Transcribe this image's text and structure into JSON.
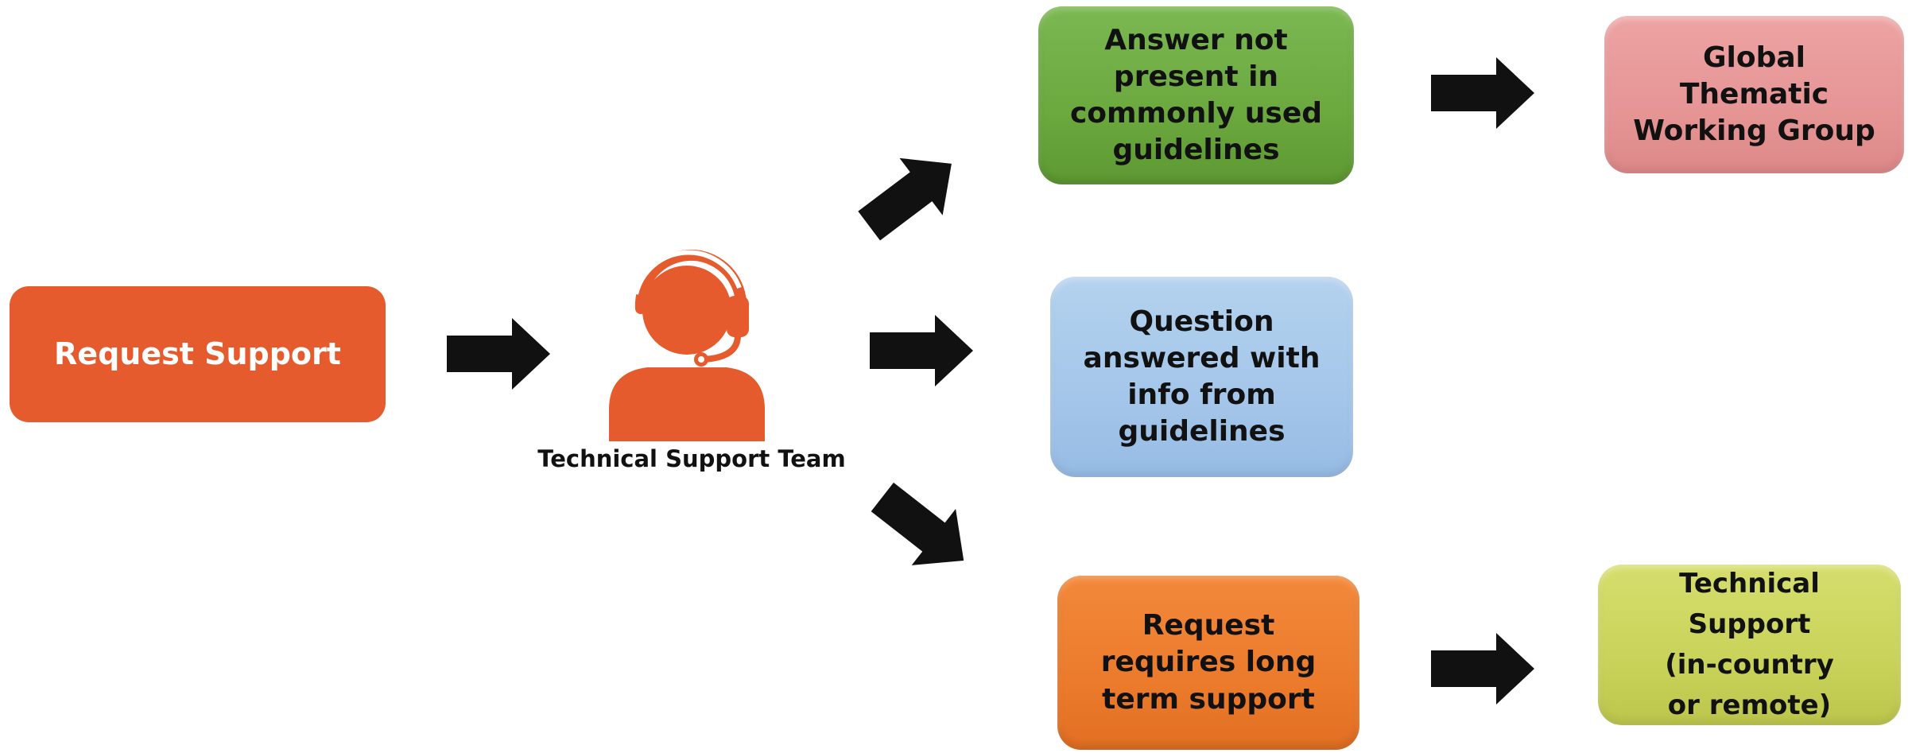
{
  "nodes": {
    "request_support": {
      "label": "Request Support",
      "color": "#E55B2E"
    },
    "technical_support_team": {
      "label": "Technical Support Team",
      "icon": "customer-support-agent-icon",
      "color": "#E55B2E"
    },
    "answer_not_present": {
      "lines": [
        "Answer not",
        "present in",
        "commonly used",
        "guidelines"
      ],
      "color": "#6BA83E"
    },
    "question_answered": {
      "lines": [
        "Question",
        "answered with",
        "info from",
        "guidelines"
      ],
      "color": "#A4C6EA"
    },
    "long_term_support": {
      "lines": [
        "Request",
        "requires long",
        "term support"
      ],
      "color": "#EC7B2C"
    },
    "global_thematic": {
      "lines": [
        "Global",
        "Thematic",
        "Working Group"
      ],
      "color": "#E69595"
    },
    "technical_support_country": {
      "lines": [
        "Technical",
        "Support",
        "(in-country",
        "or remote)"
      ],
      "color": "#C9D35A"
    }
  },
  "edges": [
    {
      "from": "request_support",
      "to": "technical_support_team"
    },
    {
      "from": "technical_support_team",
      "to": "answer_not_present"
    },
    {
      "from": "technical_support_team",
      "to": "question_answered"
    },
    {
      "from": "technical_support_team",
      "to": "long_term_support"
    },
    {
      "from": "answer_not_present",
      "to": "global_thematic"
    },
    {
      "from": "long_term_support",
      "to": "technical_support_country"
    }
  ],
  "arrow_color": "#111111"
}
